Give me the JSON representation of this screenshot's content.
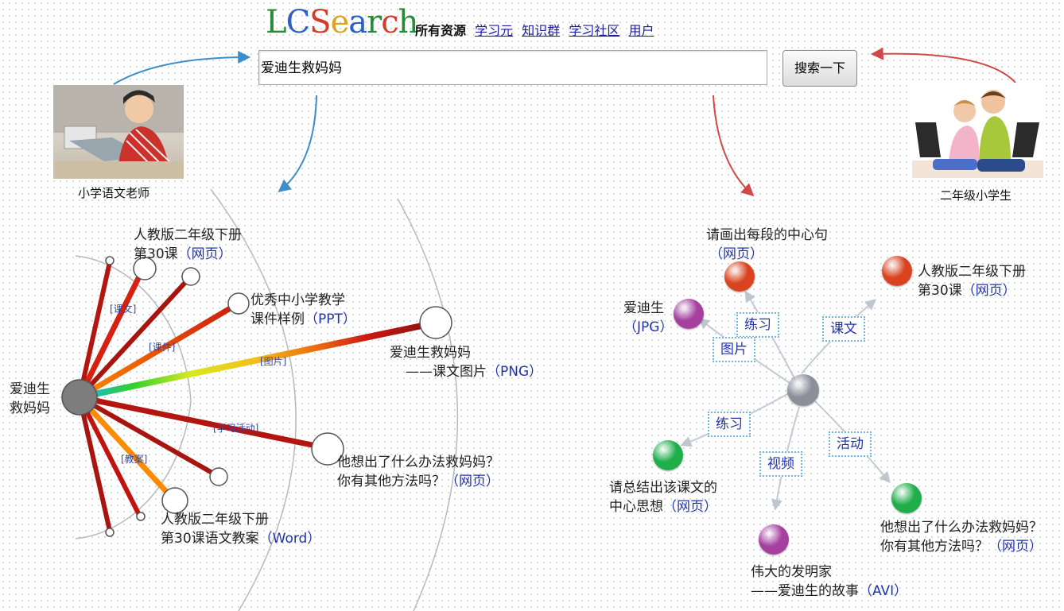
{
  "header": {
    "logo": {
      "letters": [
        {
          "ch": "L",
          "color": "#2a8a3a"
        },
        {
          "ch": "C",
          "color": "#2f5fc4"
        },
        {
          "ch": "S",
          "color": "#d63b2a"
        },
        {
          "ch": "e",
          "color": "#e0a21a"
        },
        {
          "ch": "a",
          "color": "#2f5fc4"
        },
        {
          "ch": "r",
          "color": "#2a8a3a"
        },
        {
          "ch": "c",
          "color": "#d63b2a"
        },
        {
          "ch": "h",
          "color": "#2a8a3a"
        }
      ]
    },
    "nav": {
      "all": "所有资源",
      "links": [
        "学习元",
        "知识群",
        "学习社区",
        "用户"
      ]
    },
    "search": {
      "value": "爱迪生救妈妈",
      "button": "搜索一下"
    }
  },
  "people": {
    "teacher": {
      "caption": "小学语文老师"
    },
    "students": {
      "caption": "二年级小学生"
    }
  },
  "left_view": {
    "center": {
      "line1": "爱迪生",
      "line2": "救妈妈"
    },
    "edge_tags": [
      "[课文]",
      "[课件]",
      "[图片]",
      "[学习活动]",
      "[教案]"
    ],
    "results": [
      {
        "line1": "人教版二年级下册",
        "line2": "第30课",
        "type": "（网页）"
      },
      {
        "line1": "优秀中小学教学",
        "line2": "课件样例",
        "type": "（PPT）"
      },
      {
        "line1": "爱迪生救妈妈",
        "line2": "——课文图片",
        "type": "（PNG）"
      },
      {
        "line1": "他想出了什么办法救妈妈？",
        "line2": "你有其他方法吗？",
        "type": "（网页）"
      },
      {
        "line1": "人教版二年级下册",
        "line2": "第30课语文教案",
        "type": "（Word）"
      }
    ]
  },
  "right_view": {
    "edge_labels": [
      "练习",
      "课文",
      "图片",
      "练习",
      "活动",
      "视频"
    ],
    "results": [
      {
        "line1": "请画出每段的中心句",
        "type": "（网页）"
      },
      {
        "line1": "人教版二年级下册",
        "line2": "第30课",
        "type": "（网页）"
      },
      {
        "line1": "爱迪生",
        "type": "（JPG）"
      },
      {
        "line1": "请总结出该课文的",
        "line2": "中心思想",
        "type": "（网页）"
      },
      {
        "line1": "伟大的发明家",
        "line2": "——爱迪生的故事",
        "type": "（AVI）"
      },
      {
        "line1": "他想出了什么办法救妈妈？",
        "line2": "你有其他方法吗？",
        "type": "（网页）"
      }
    ],
    "node_colors": {
      "web": "#d9431f",
      "image": "#a5409f",
      "exercise": "#1fae4a",
      "video": "#a5409f",
      "center": "#8a8f99"
    }
  }
}
